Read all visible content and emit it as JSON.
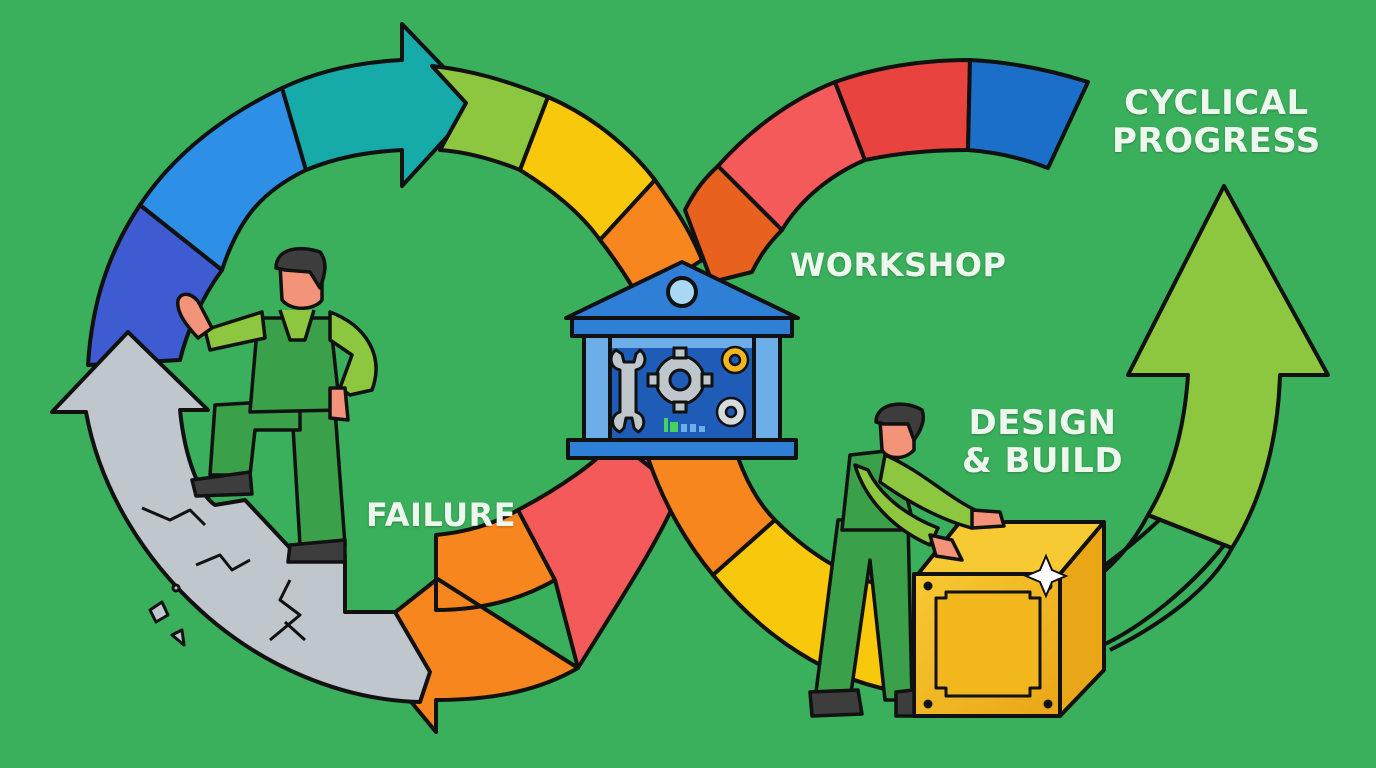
{
  "diagram": {
    "title": "Cyclical Progress",
    "labels": {
      "cyclical_progress_line1": "CYCLICAL",
      "cyclical_progress_line2": "PROGRESS",
      "workshop": "WORKSHOP",
      "design_line1": "DESIGN",
      "design_line2": "& BUILD",
      "failure": "FAILURE"
    },
    "stages": [
      {
        "name": "Failure",
        "description": "Worker stepping up from a cracked gray arrow"
      },
      {
        "name": "Workshop",
        "description": "Blue workshop building with wrench and gears"
      },
      {
        "name": "Design & Build",
        "description": "Worker assembling a golden box"
      },
      {
        "name": "Cyclical Progress",
        "description": "Green upward arrow"
      }
    ],
    "loop_segments_left": [
      "#3f5bd1",
      "#2d8fe6",
      "#16aaa8",
      "#8dc63f",
      "#f7c80c",
      "#f7861e"
    ],
    "loop_segments_right": [
      "#e8611e",
      "#f45a5a",
      "#e8433f",
      "#1b6fc8"
    ],
    "loop_segments_lower": [
      "#f7861e",
      "#f45a5a",
      "#d63a4a",
      "#f7861e",
      "#f7c80c"
    ],
    "colors": {
      "background": "#3aaf5c",
      "outline": "#111111",
      "label_text": "#eef7ee",
      "arrow_progress": "#8dc63f",
      "cracked_arrow": "#bfc6cc",
      "workshop_blue": "#2f7fd6",
      "box_gold": "#f2b71c"
    }
  }
}
